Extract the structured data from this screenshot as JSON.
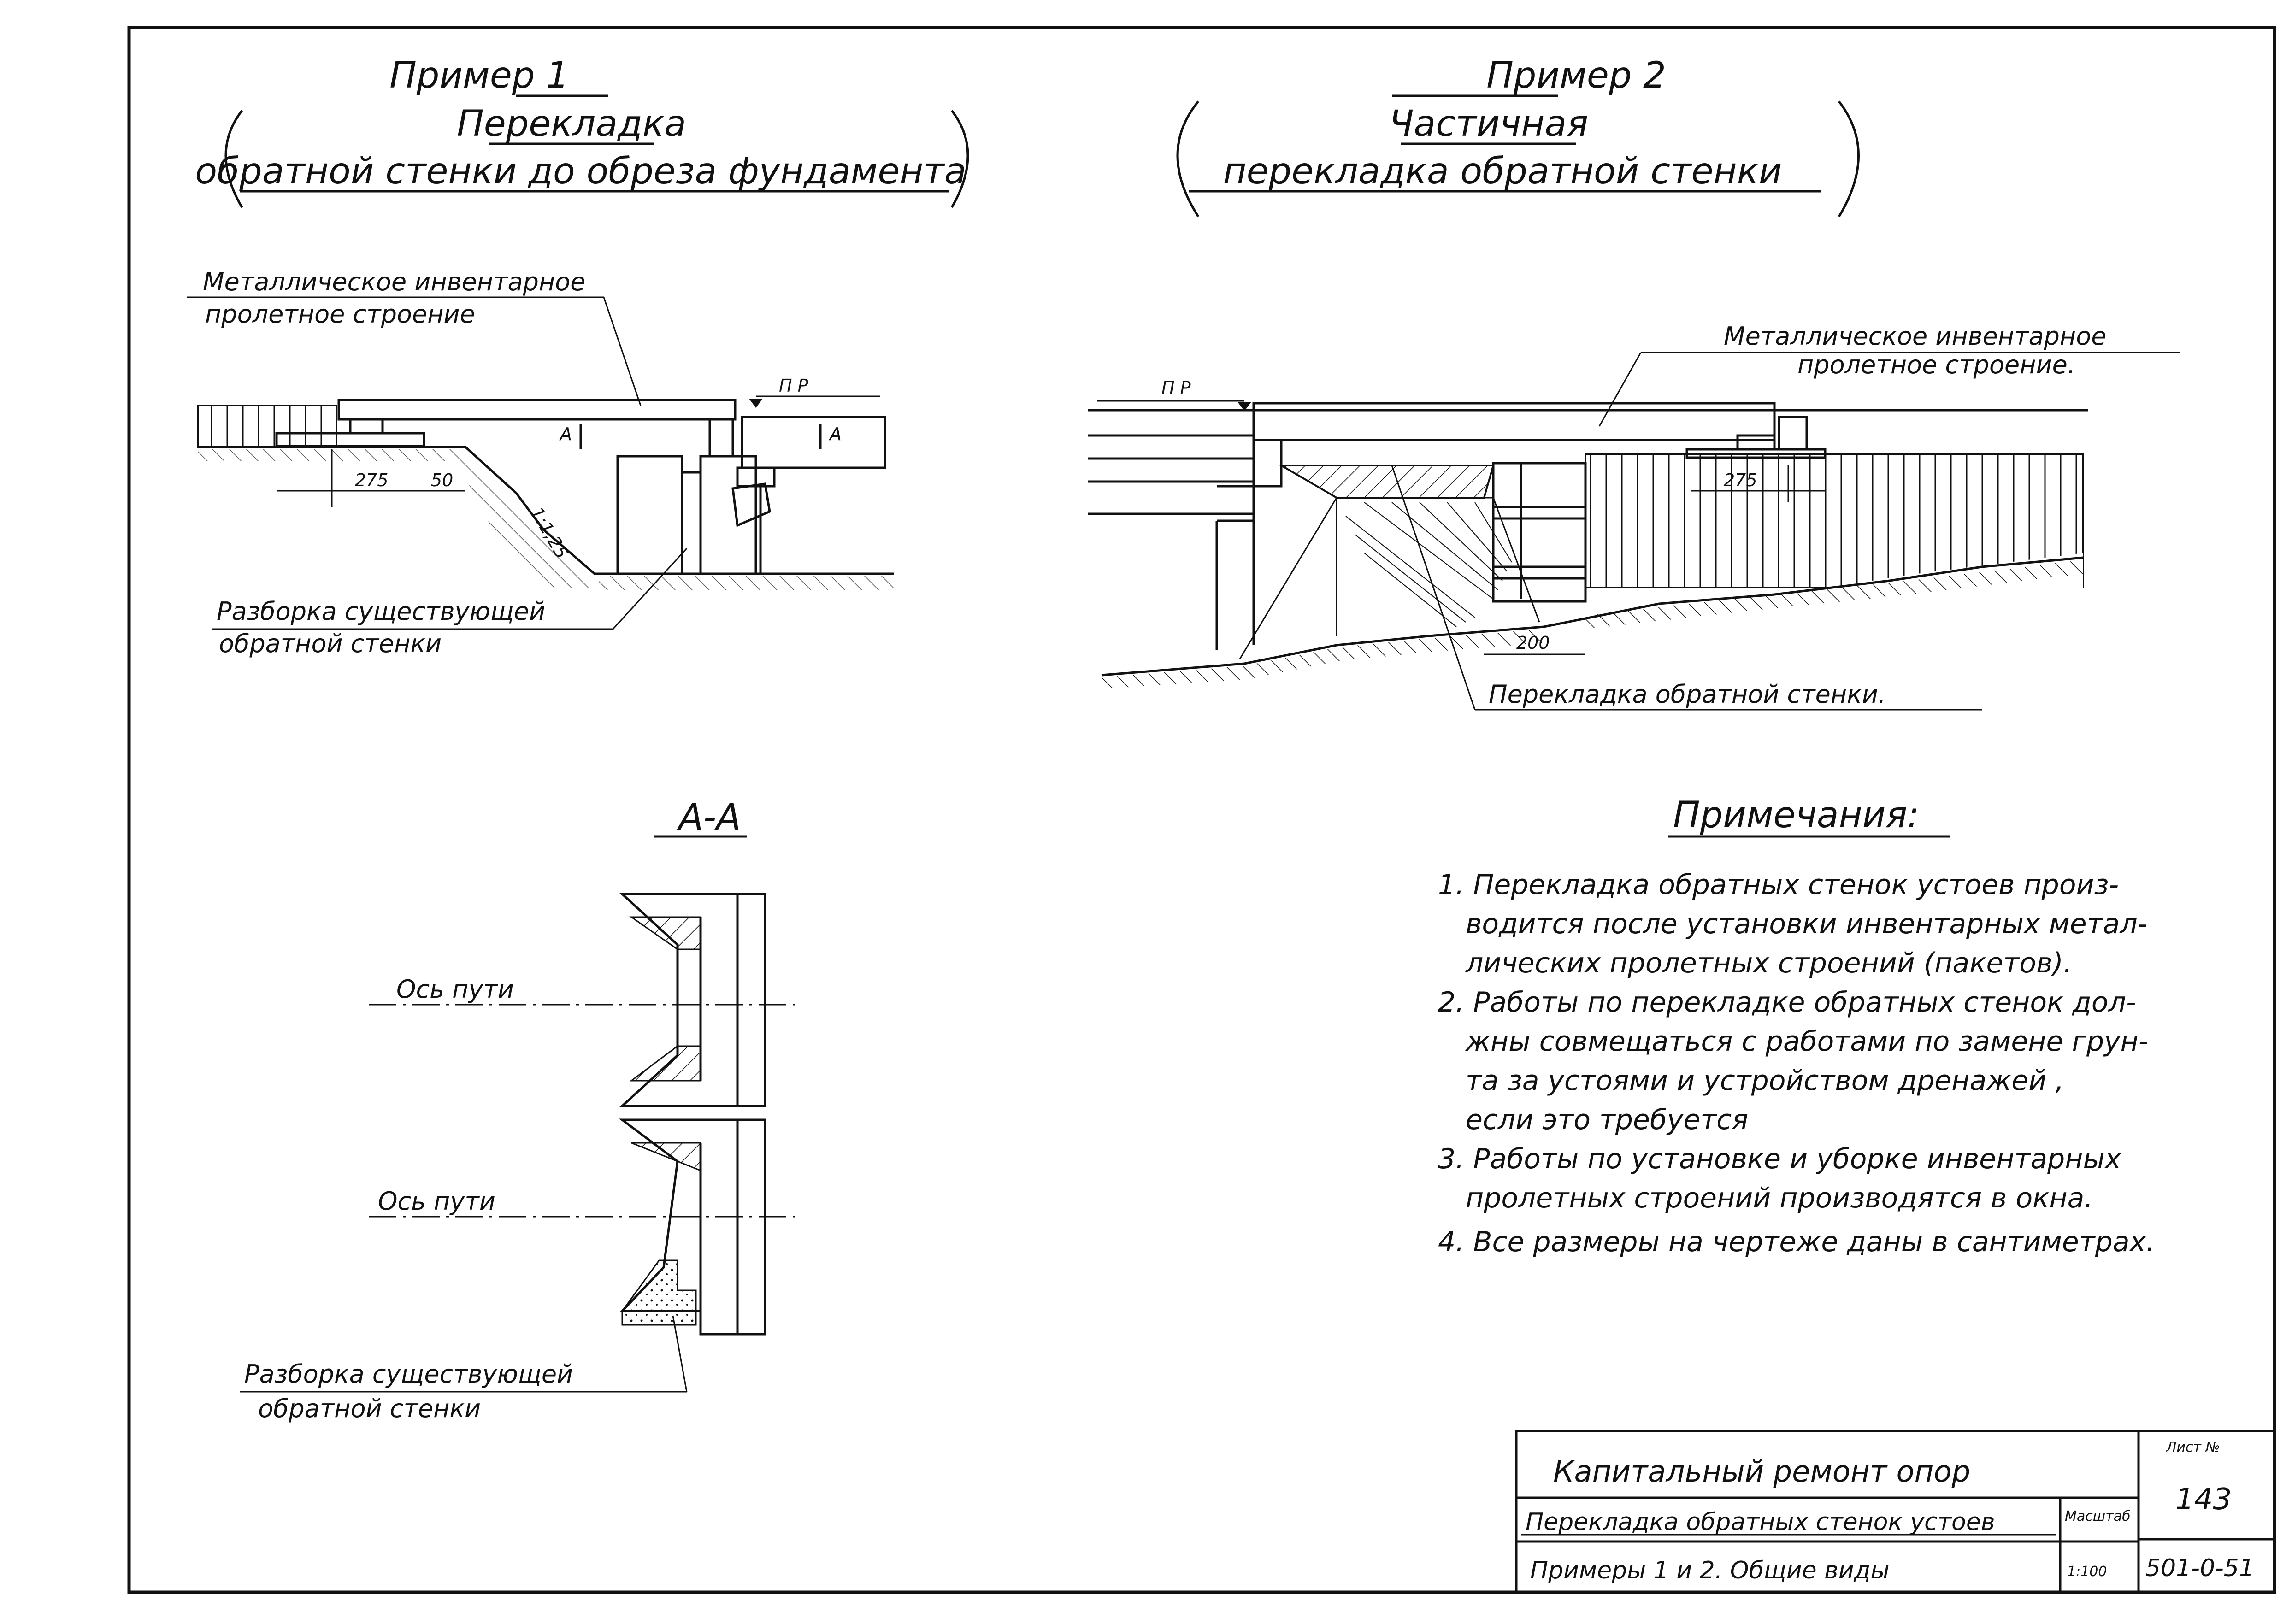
{
  "example1": {
    "heading": "Пример 1",
    "title": "Перекладка",
    "subtitle": "обратной стенки до обреза фундамента",
    "label_span": "Металлическое инвентарное",
    "label_span2": "пролетное строение",
    "label_pr": "П Р",
    "label_a_left": "А",
    "label_a_right": "А",
    "dim_275": "275",
    "dim_50": "50",
    "slope": "1:1,25",
    "label_removal": "Разборка существующей",
    "label_removal2": "обратной стенки"
  },
  "example2": {
    "heading": "Пример 2",
    "title": "Частичная",
    "subtitle": "перекладка обратной стенки",
    "label_span": "Металлическое инвентарное",
    "label_span2": "пролетное строение.",
    "label_pr": "П Р",
    "dim_275": "275",
    "dim_200": "200",
    "label_relay": "Перекладка обратной стенки."
  },
  "section": {
    "title": "А-А",
    "axis1": "Ось пути",
    "axis2": "Ось пути",
    "label_removal": "Разборка существующей",
    "label_removal2": "обратной стенки"
  },
  "notes": {
    "title": "Примечания:",
    "lines": [
      "1. Перекладка обратных стенок устоев произ-",
      "водится после установки инвентарных метал-",
      "лических пролетных строений (пакетов).",
      "2. Работы по перекладке обратных стенок дол-",
      "жны совмещаться с работами по замене грун-",
      "та за устоями и устройством дренажей ,",
      "если это требуется",
      "3. Работы по установке и уборке инвентарных",
      "пролетных строений производятся в окна.",
      "4. Все размеры на чертеже даны в сантиметрах."
    ]
  },
  "title_block": {
    "row1": "Капитальный ремонт опор",
    "row2": "Перекладка обратных стенок устоев",
    "row3": "Примеры 1 и 2. Общие виды",
    "sheet_label": "Лист №",
    "sheet_number": "143",
    "scale_label": "Масштаб",
    "scale_value": "1:100",
    "doc_code": "501-0-51"
  }
}
